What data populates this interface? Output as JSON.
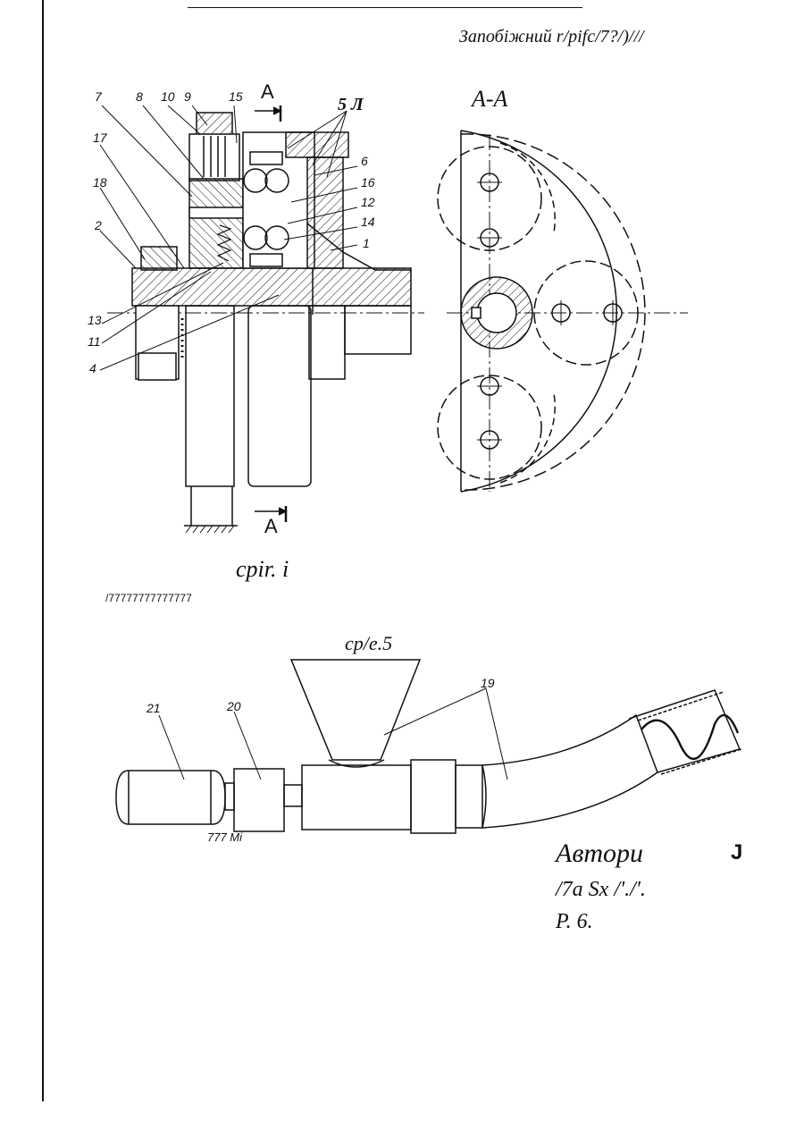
{
  "header": {
    "title": "Запобіжний r/pifc/7?/)///"
  },
  "figure1": {
    "caption": "cpir. i",
    "section_view_label": "A-A",
    "section_marker_top": "A",
    "section_marker_bottom": "A",
    "label_5": "5 Л",
    "part_numbers": [
      "7",
      "8",
      "10",
      "9",
      "15",
      "17",
      "18",
      "2",
      "6",
      "16",
      "12",
      "14",
      "1",
      "13",
      "11",
      "4"
    ],
    "footnote": "/77777777777777"
  },
  "figure5": {
    "caption": "cp/e.5",
    "part_numbers": [
      "21",
      "20",
      "19"
    ],
    "dimension_text": "777 Mi"
  },
  "authors": {
    "label": "Автори",
    "mark": "J",
    "line1": "/7a Sx /'./'.",
    "line2": "P. 6."
  },
  "colors": {
    "ink": "#111111",
    "paper": "#ffffff"
  }
}
